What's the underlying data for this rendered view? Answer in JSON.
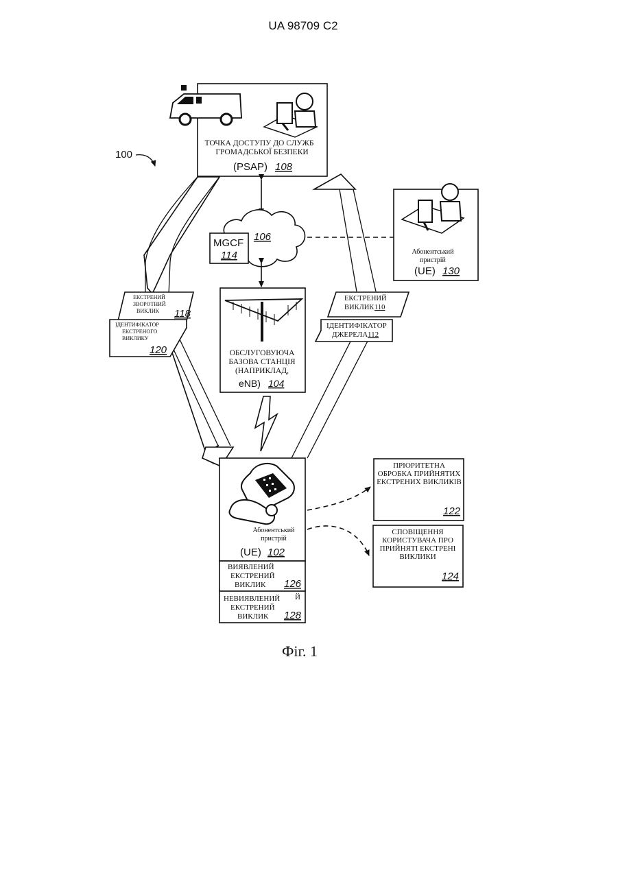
{
  "header": {
    "patent_number": "UA   98709   C2"
  },
  "figure": {
    "ref_system": "100",
    "psap": {
      "label_line1": "ТОЧКА ДОСТУПУ ДО СЛУЖБ",
      "label_line2": "ГРОМАДСЬКОЇ БЕЗПЕКИ",
      "abbr": "(PSAP)",
      "ref": "108"
    },
    "network": {
      "ref": "106"
    },
    "mgcf": {
      "label": "MGCF",
      "ref": "114"
    },
    "subscriber_remote": {
      "label_line1": "Абонентський",
      "label_line2": "пристрій",
      "abbr": "(UE)",
      "ref": "130"
    },
    "base_station": {
      "label_line1": "ОБСЛУГОВУЮЧА",
      "label_line2": "БАЗОВА СТАНЦІЯ",
      "label_line3": "(НАПРИКЛАД,",
      "abbr": "eNB)",
      "ref": "104"
    },
    "callback_flag": {
      "line1": "ЕКСТРЕНИЙ",
      "line2": "ЗВОРОТНИЙ",
      "line3": "ВИКЛИК",
      "ref": "118"
    },
    "callback_id": {
      "line1": "ІДЕНТИФІКАТОР",
      "line2": "ЕКСТРЕНОГО",
      "line3": "ВИКЛИКУ",
      "ref": "120"
    },
    "emergency_call": {
      "line1": "ЕКСТРЕНИЙ",
      "line2": "ВИКЛИК",
      "ref": "110"
    },
    "source_id": {
      "line1": "ІДЕНТИФІКАТОР",
      "line2": "ДЖЕРЕЛА",
      "ref": "112"
    },
    "ue_local": {
      "label_line1": "Абонентський",
      "label_line2": "пристрій",
      "abbr": "(UE)",
      "ref": "102"
    },
    "detected": {
      "line1": "ВИЯВЛЕНИЙ",
      "line2": "ЕКСТРЕНИЙ",
      "line3": "ВИКЛИК",
      "ref": "126"
    },
    "undetected": {
      "line1": "НЕВИЯВЛЕНИЙ",
      "line2": "ЕКСТРЕНИЙ",
      "line3": "ВИКЛИК",
      "ref": "128",
      "stray": "Й"
    },
    "priority": {
      "line1": "ПРІОРИТЕТНА",
      "line2": "ОБРОБКА ПРИЙНЯТИХ",
      "line3": "ЕКСТРЕНИХ ВИКЛИКІВ",
      "ref": "122"
    },
    "notify": {
      "line1": "СПОВІЩЕННЯ",
      "line2": "КОРИСТУВАЧА ПРО",
      "line3": "ПРИЙНЯТІ ЕКСТРЕНІ",
      "line4": "ВИКЛИКИ",
      "ref": "124"
    },
    "caption": "Фіг. 1"
  }
}
